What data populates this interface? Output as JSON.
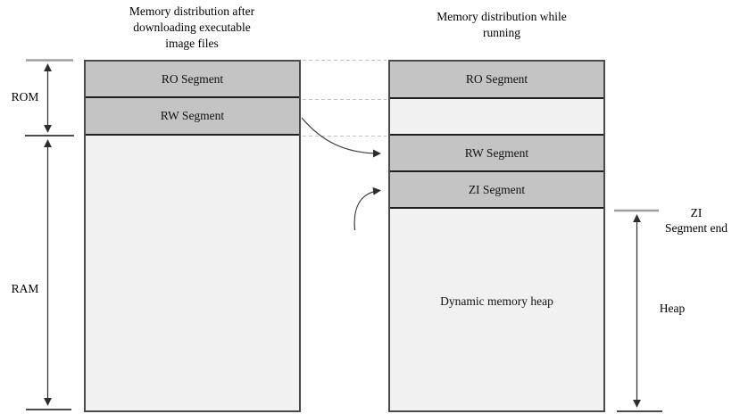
{
  "titles": {
    "left": [
      "Memory distribution after",
      "downloading executable",
      "image files"
    ],
    "right": [
      "Memory distribution while",
      "running"
    ]
  },
  "left_column": {
    "segments": [
      {
        "label": "RO Segment"
      },
      {
        "label": "RW Segment"
      },
      {
        "label": ""
      }
    ]
  },
  "right_column": {
    "segments": [
      {
        "label": "RO Segment"
      },
      {
        "label": ""
      },
      {
        "label": "RW Segment"
      },
      {
        "label": "ZI Segment"
      },
      {
        "label": "Dynamic memory heap"
      }
    ]
  },
  "measures": {
    "rom": "ROM",
    "ram": "RAM",
    "zi_end": [
      "ZI",
      "Segment end"
    ],
    "heap": "Heap"
  },
  "colors": {
    "segment_fill": "#c4c4c4",
    "free_fill": "#f1f1f1",
    "outer_border": "#4a4a4a",
    "inner_line": "#1f1f1f",
    "dashed_line": "#c2c2c2",
    "arrow_dark": "#2d2d2d",
    "tick_gray": "#9e9e9e"
  }
}
